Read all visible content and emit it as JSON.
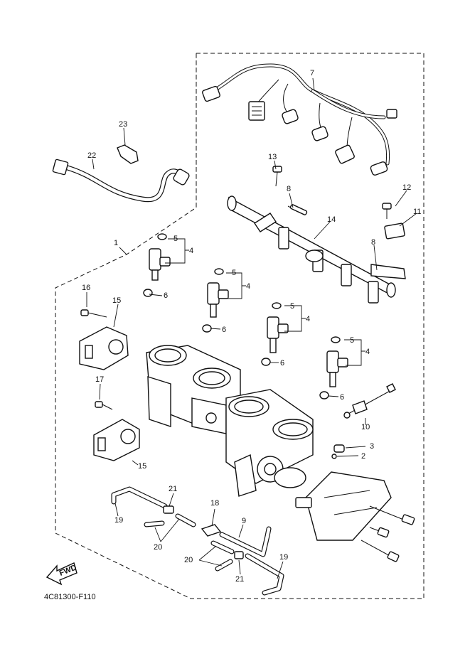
{
  "diagram": {
    "drawing_code": "4C81300-F110",
    "fwd_label": "FWD",
    "callouts": [
      {
        "id": "c1",
        "text": "1"
      },
      {
        "id": "c2",
        "text": "2"
      },
      {
        "id": "c3",
        "text": "3"
      },
      {
        "id": "c4a",
        "text": "4"
      },
      {
        "id": "c4b",
        "text": "4"
      },
      {
        "id": "c4c",
        "text": "4"
      },
      {
        "id": "c4d",
        "text": "4"
      },
      {
        "id": "c5a",
        "text": "5"
      },
      {
        "id": "c5b",
        "text": "5"
      },
      {
        "id": "c5c",
        "text": "5"
      },
      {
        "id": "c5d",
        "text": "5"
      },
      {
        "id": "c6a",
        "text": "6"
      },
      {
        "id": "c6b",
        "text": "6"
      },
      {
        "id": "c6c",
        "text": "6"
      },
      {
        "id": "c6d",
        "text": "6"
      },
      {
        "id": "c7",
        "text": "7"
      },
      {
        "id": "c8a",
        "text": "8"
      },
      {
        "id": "c8b",
        "text": "8"
      },
      {
        "id": "c9",
        "text": "9"
      },
      {
        "id": "c10",
        "text": "10"
      },
      {
        "id": "c11",
        "text": "11"
      },
      {
        "id": "c12",
        "text": "12"
      },
      {
        "id": "c13",
        "text": "13"
      },
      {
        "id": "c14",
        "text": "14"
      },
      {
        "id": "c15a",
        "text": "15"
      },
      {
        "id": "c15b",
        "text": "15"
      },
      {
        "id": "c16",
        "text": "16"
      },
      {
        "id": "c17",
        "text": "17"
      },
      {
        "id": "c18",
        "text": "18"
      },
      {
        "id": "c19a",
        "text": "19"
      },
      {
        "id": "c19b",
        "text": "19"
      },
      {
        "id": "c20a",
        "text": "20"
      },
      {
        "id": "c20b",
        "text": "20"
      },
      {
        "id": "c21a",
        "text": "21"
      },
      {
        "id": "c21b",
        "text": "21"
      },
      {
        "id": "c22",
        "text": "22"
      },
      {
        "id": "c23",
        "text": "23"
      }
    ]
  }
}
